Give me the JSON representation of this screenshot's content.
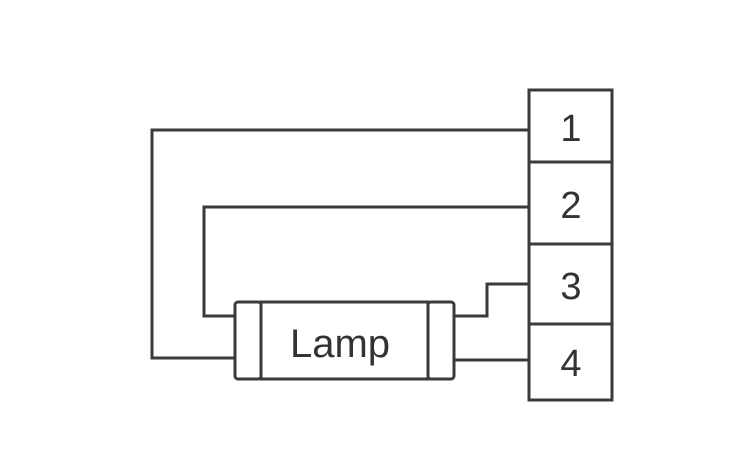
{
  "lamp": {
    "label": "Lamp"
  },
  "terminals": [
    {
      "label": "1"
    },
    {
      "label": "2"
    },
    {
      "label": "3"
    },
    {
      "label": "4"
    }
  ],
  "colors": {
    "line": "#3a3a3a",
    "text": "#333333",
    "background": "#ffffff"
  }
}
